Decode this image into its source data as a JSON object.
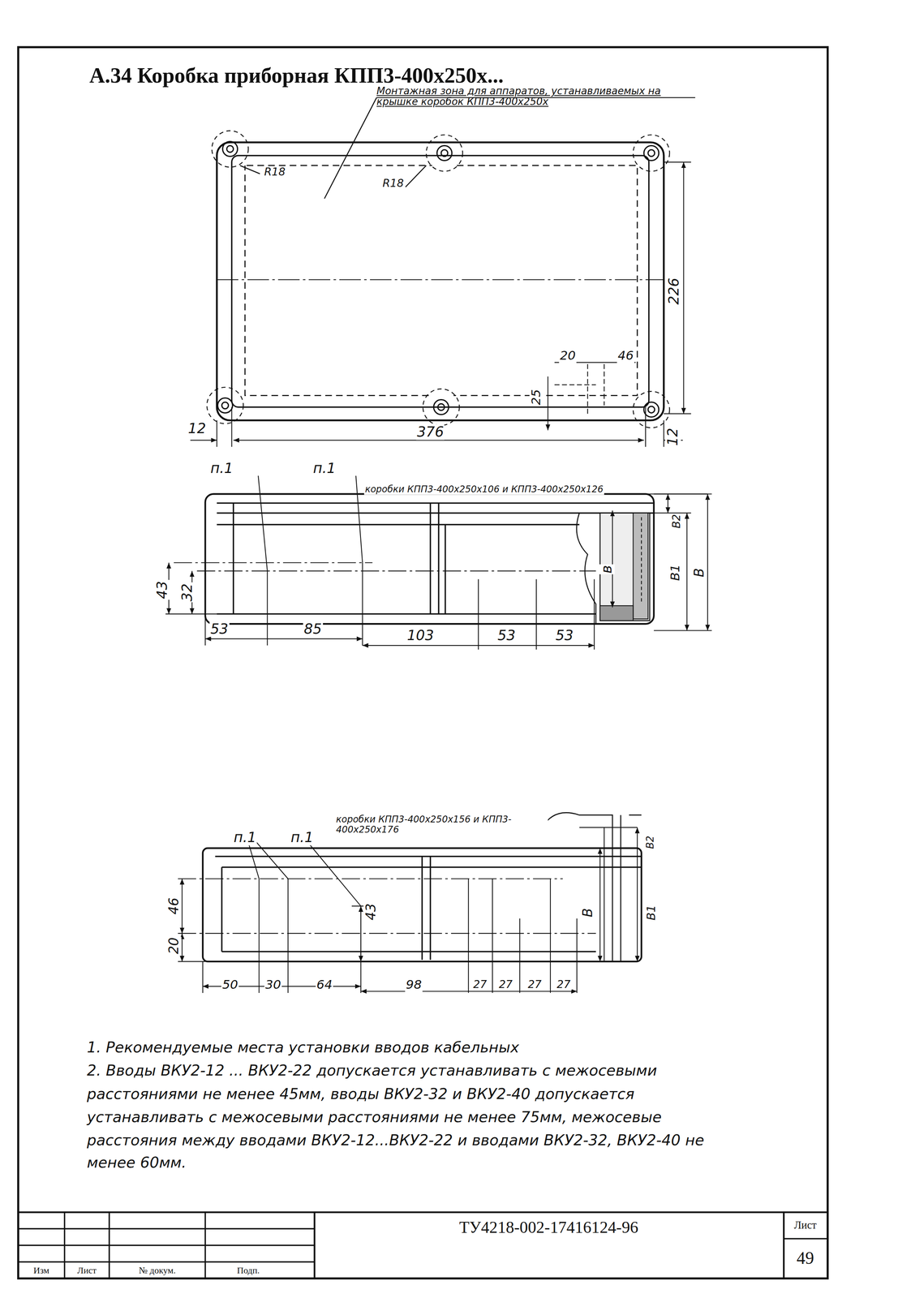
{
  "diagram": {
    "title": "А.34 Коробка приборная КПП3-400х250х...",
    "labels": [
      "Монтажная зона для аппаратов, устанавливаемых на крышке коробок КПП3-400х250х",
      "R18",
      "R18",
      "226",
      "20",
      "46",
      "25",
      "12",
      "376",
      "12",
      "п.1",
      "п.1",
      "коробки КПП3-400х250х106 и КПП3-400х250х126",
      "43",
      "32",
      "53",
      "85",
      "103",
      "53",
      "53",
      "в",
      "В2",
      "В1",
      "В",
      "п.1",
      "п.1",
      "коробки КПП3-400х250х156 и КПП3-400х250х176",
      "46",
      "20",
      "43",
      "В",
      "В1",
      "В2",
      "50",
      "30",
      "64",
      "98",
      "27",
      "27",
      "27",
      "27",
      "1. Рекомендуемые места установки вводов кабельных",
      "2. Вводы ВКУ2-12 ... ВКУ2-22 допускается устанавливать с межосевыми расстояниями не менее 45мм, вводы ВКУ2-32 и ВКУ2-40 допускается устанавливать с межосевыми расстояниями не менее 75мм, межосевые расстояния между вводами ВКУ2-12...ВКУ2-22 и вводами ВКУ2-32, ВКУ2-40 не менее 60мм.",
      "ТУ4218-002-17416124-96",
      "Лист",
      "49",
      "Изм",
      "Лист",
      "№ докум.",
      "Подп."
    ]
  }
}
